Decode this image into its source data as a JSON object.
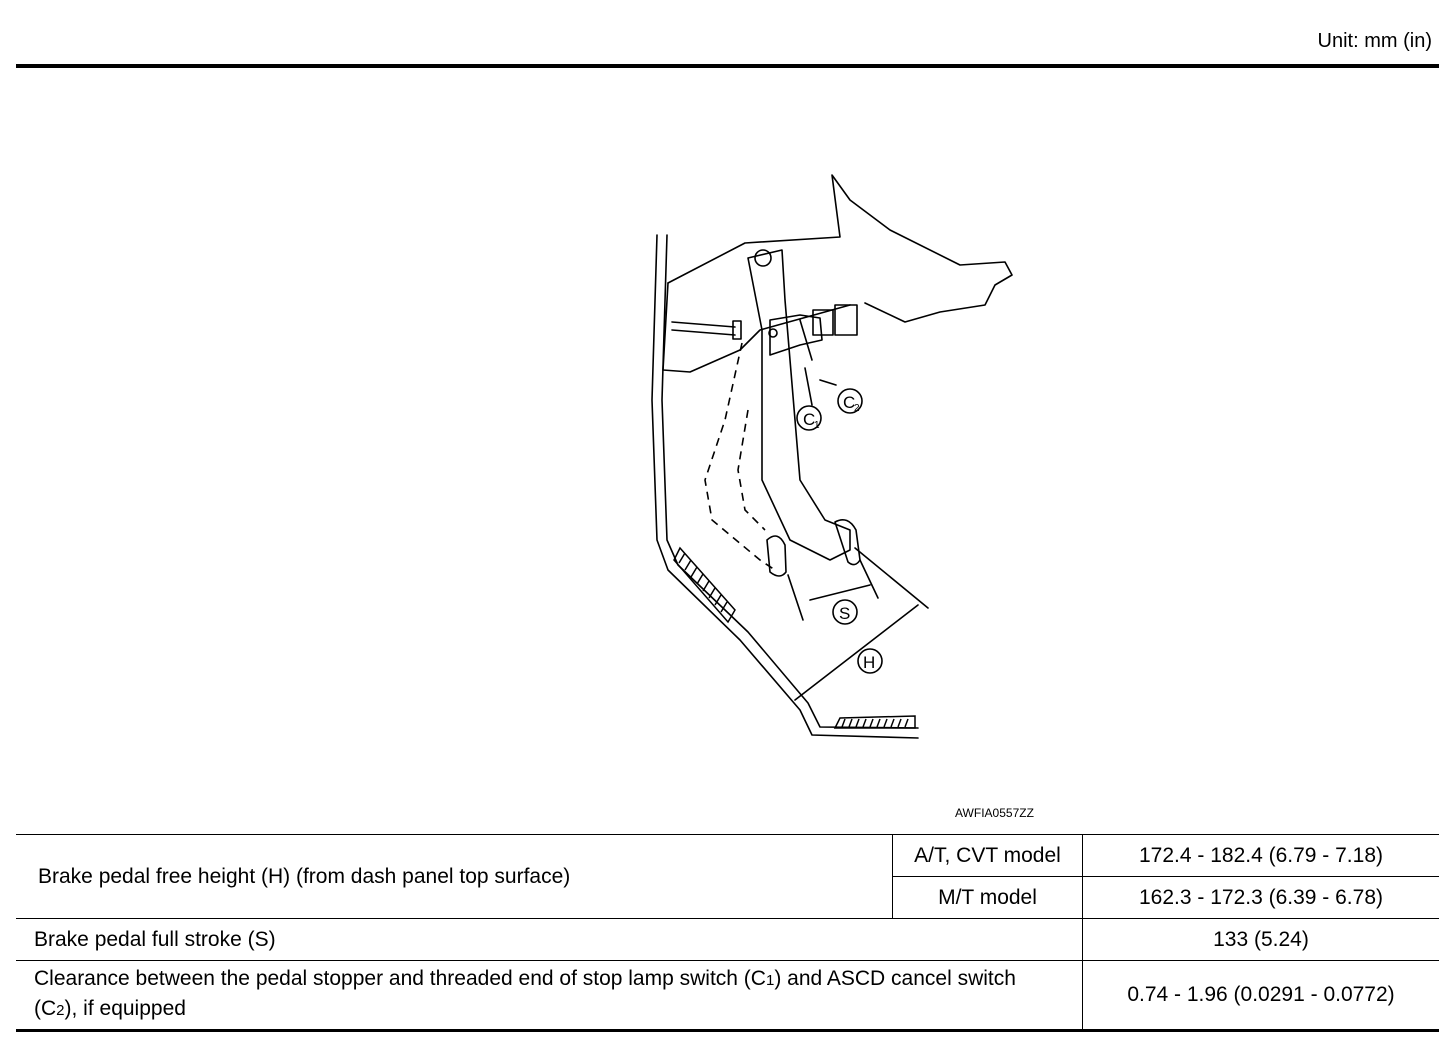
{
  "header": {
    "unit_label": "Unit: mm (in)"
  },
  "figure": {
    "code": "AWFIA0557ZZ",
    "callouts": {
      "c1_letter": "C",
      "c1_sub": "1",
      "c2_letter": "C",
      "c2_sub": "2",
      "s": "S",
      "h": "H"
    }
  },
  "spec_table": {
    "free_height_label": "Brake pedal free height (H) (from dash panel top surface)",
    "rows_free_height": [
      {
        "model": "A/T, CVT model",
        "value": "172.4 - 182.4 (6.79 - 7.18)"
      },
      {
        "model": "M/T model",
        "value": "162.3 - 172.3 (6.39 - 6.78)"
      }
    ],
    "full_stroke_label": "Brake pedal full stroke (S)",
    "full_stroke_value": "133 (5.24)",
    "clearance_label_part1": "Clearance between the pedal stopper and threaded end of stop lamp switch (C",
    "clearance_sub1": "1",
    "clearance_label_part2": ") and ASCD cancel switch (C",
    "clearance_sub2": "2",
    "clearance_label_part3": "), if equipped",
    "clearance_value": "0.74 - 1.96 (0.0291 - 0.0772)"
  }
}
